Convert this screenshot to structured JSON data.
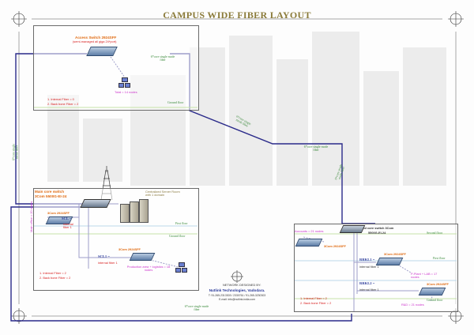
{
  "title": "CAMPUS WIDE FIBER LAYOUT",
  "top_block": {
    "switch_title": "Access Switch 2924SFF",
    "switch_sub": "(semi-managed all giga 24*port)",
    "fiber_label": "6*core single mode fiber",
    "nodes": "Total = 14 nodes",
    "internal_fiber": "1. Internal Fiber = 0",
    "backbone_fiber": "2. Back bone Fiber = 2",
    "floor": "Ground floor"
  },
  "middle_labels": {
    "fiber_a": "6*core single mode fiber",
    "fiber_b": "6*core single mode fiber",
    "fiber_c": "6*core single mode fiber",
    "left_fiber": "6*core single mode fiber",
    "bottom_fiber": "6*core single mode fiber"
  },
  "main_block": {
    "core_title": "Main core switch",
    "core_model": "3Com 5500G-EI-24",
    "server_room": "Centralized Server Room with 1 domain",
    "left_switch": "3Com 2924SFF",
    "side_label": "Main office = 20 nodes",
    "scl_a": "SCL =",
    "scl_a_sub": "internal fiber 1",
    "first_floor": "First floor",
    "ground_floor": "Ground floor",
    "scl1_switch": "3Com 2924SFF",
    "scl1": "SCL1 =",
    "scl1_sub": "internal fiber 1",
    "production": "Production area + logistics = 18 nodes",
    "internal_fiber": "1. Internal Fiber = 2",
    "backbone_fiber": "2. Back bone Fiber = 2"
  },
  "designer": {
    "line1": "NETWORK DESIGNED BY:",
    "company": "Nutlink Technologies, Vadodara.",
    "phone": "T: 91-265-2313303 / 2330761 / 91-265-3230303",
    "email": "E-mail: info@nutlink-india.com"
  },
  "right_block": {
    "accounts": "Accounts = 21 nodes",
    "core2_title": "2nd core switch 3Com",
    "core2_model": "5500G-EI-24",
    "second_floor": "Second floor",
    "sw_a": "3Com 2924SFF",
    "rrkl1": "RRKL1 =",
    "rrkl1_sub": "internal fiber 1",
    "sw_b": "3Com 2924SFF",
    "first_floor": "First floor",
    "pplant": "P-Plant + LAB = 17 nodes",
    "rrkl2": "RRKL2 =",
    "rrkl2_sub": "internal fiber 1",
    "sw_c": "3Com 2924SFF",
    "ground_floor": "Ground floor",
    "rnd": "R&D = 21 nodes",
    "internal_fiber": "1. Internal Fiber = 2",
    "backbone_fiber": "2. Back bone Fiber = 2"
  },
  "colors": {
    "fiber_line": "#2a2a8a",
    "ground_line": "#7fbf3f",
    "floor_line": "#6aa8d0",
    "title": "#8b7b3a"
  }
}
